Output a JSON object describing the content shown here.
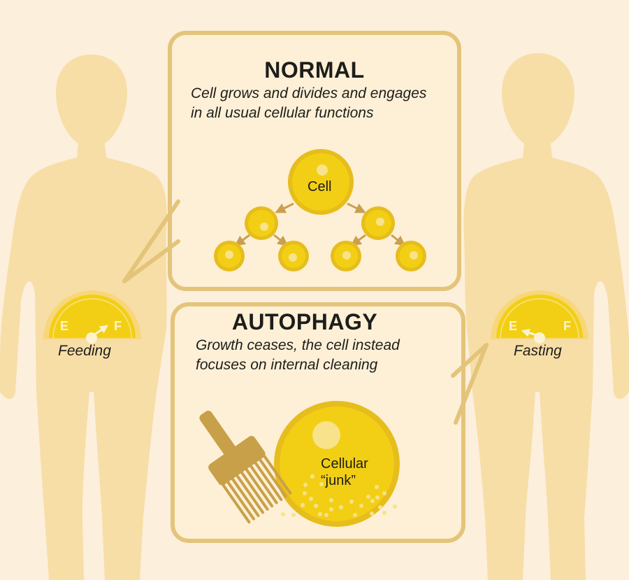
{
  "panels": {
    "normal": {
      "title": "NORMAL",
      "description_line1": "Cell grows and divides and engages",
      "description_line2": "in all usual cellular functions",
      "diagram": {
        "root_label": "Cell",
        "levels": [
          1,
          2,
          4
        ]
      }
    },
    "autophagy": {
      "title": "AUTOPHAGY",
      "description_line1": "Growth ceases, the cell instead",
      "description_line2": "focuses on internal cleaning",
      "cell_label_line1": "Cellular",
      "cell_label_line2": "“junk”"
    }
  },
  "figures": {
    "left": {
      "gauge": {
        "empty_label": "E",
        "full_label": "F",
        "needle": "full"
      },
      "caption": "Feeding"
    },
    "right": {
      "gauge": {
        "empty_label": "E",
        "full_label": "F",
        "needle": "empty"
      },
      "caption": "Fasting"
    }
  },
  "colors": {
    "background": "#fcefdc",
    "silhouette": "#f7dea6",
    "panel_fill": "#fdf0d6",
    "panel_border": "#e4c47a",
    "cell_yellow": "#f2cf14",
    "cell_rim": "#e6bd1c",
    "nucleus": "#f8e28a",
    "arrow": "#c9a050",
    "brush": "#c9a04a",
    "text": "#1d1d1b"
  }
}
